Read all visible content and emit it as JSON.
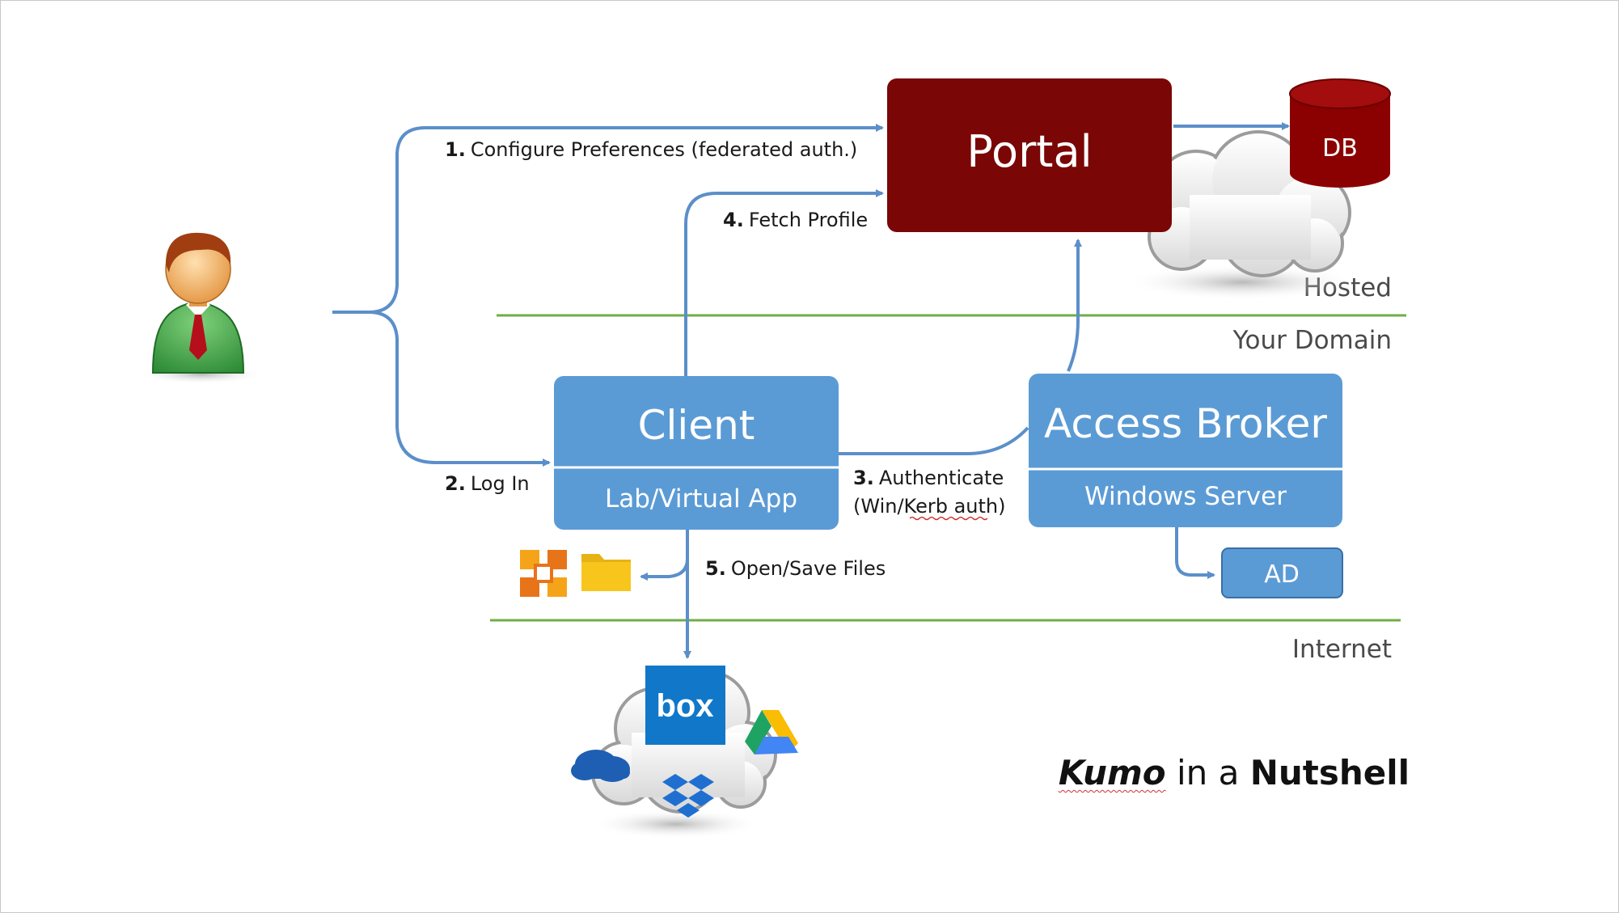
{
  "nodes": {
    "portal": {
      "label": "Portal",
      "color": "#7a0606"
    },
    "db": {
      "label": "DB",
      "color": "#8b0000"
    },
    "client": {
      "title": "Client",
      "subtitle": "Lab/Virtual App",
      "color": "#5b9bd5"
    },
    "access_broker": {
      "title": "Access Broker",
      "subtitle": "Windows Server",
      "color": "#5b9bd5"
    },
    "ad": {
      "label": "AD",
      "color": "#5b9bd5"
    },
    "box": {
      "label": "box"
    }
  },
  "steps": [
    {
      "num": "1.",
      "text": "Configure Preferences (federated auth.)"
    },
    {
      "num": "2.",
      "text": "Log In"
    },
    {
      "num": "3.",
      "text": "Authenticate",
      "text2": "(Win/Kerb auth)"
    },
    {
      "num": "4.",
      "text": "Fetch Profile"
    },
    {
      "num": "5.",
      "text": "Open/Save Files"
    }
  ],
  "zones": {
    "hosted": "Hosted",
    "domain": "Your Domain",
    "internet": "Internet"
  },
  "footer": {
    "word1": "Kumo",
    "word2": " in a ",
    "word3": "Nutshell"
  },
  "colors": {
    "arrow": "#5b8fc9",
    "zone_line": "#70ad47",
    "text": "#1a1a1a"
  },
  "icons": [
    "user-icon",
    "cloud-icon",
    "office-icon",
    "folder-icon",
    "box-icon",
    "google-drive-icon",
    "onedrive-icon",
    "dropbox-icon"
  ]
}
